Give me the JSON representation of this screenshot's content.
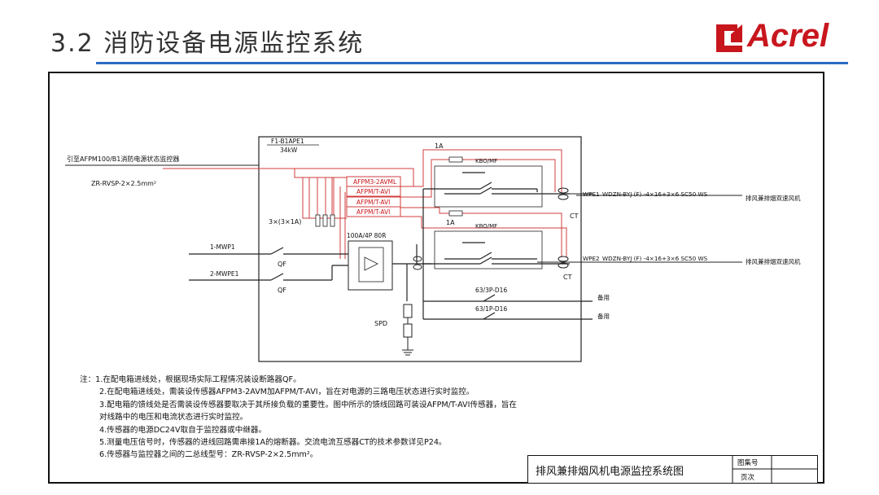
{
  "slide": {
    "title": "3.2 消防设备电源监控系统",
    "brand": "Acrel",
    "accent_color": "#2b6cc4",
    "brand_color": "#c8161d"
  },
  "diagram": {
    "panel_name": "F1-B1APE1",
    "panel_power": "34kW",
    "feed_label": "引至AFPM100/B1消防电源状态监控器",
    "bus_cable": "ZR-RVSP-2×2.5mm²",
    "fuse_label": "3×(3×1A)",
    "sensor_labels": [
      "AFPM3-2AVML",
      "AFPM/T-AVI",
      "AFPM/T-AVI",
      "AFPM/T-AVI"
    ],
    "incoming": [
      "1-MWP1",
      "2-MWPE1"
    ],
    "breaker_label": "QF",
    "ats_label": "100A/4P 80R",
    "spd_label": "SPD",
    "fuse_1a": "1A",
    "kbo_label": "KBO/MF",
    "ct_label": "CT",
    "outgoing": [
      {
        "circuit": "WPE1",
        "cable": "WDZN-BYJ (F) -4×16+3×6 SC50 WS",
        "load": "排风兼排烟双速风机"
      },
      {
        "circuit": "WPE2",
        "cable": "WDZN-BYJ (F) -4×16+3×6 SC50 WS",
        "load": "排风兼排烟双速风机"
      }
    ],
    "spare_breakers": [
      "63/3P-D16",
      "63/1P-D16"
    ],
    "spare_label": "备用"
  },
  "notes": [
    "注：1.在配电箱进线处，根据现场实际工程情况装设断路器QF。",
    "2.在配电箱进线处，需装设传感器AFPM3-2AVM加AFPM/T-AVI，旨在对电源的三路电压状态进行实时监控。",
    "3.配电箱的馈线处是否需装设传感器要取决于其所接负载的重要性。图中所示的馈线回路可装设AFPM/T-AVI传感器，旨在",
    "对线路中的电压和电流状态进行实时监控。",
    "4.传感器的电源DC24V取自于监控器或中继器。",
    "5.测量电压信号时，传感器的进线回路需串接1A的熔断器。交流电流互感器CT的技术参数详见P24。",
    "6.传感器与监控器之间的二总线型号：ZR-RVSP-2×2.5mm²。"
  ],
  "title_block": {
    "drawing_title": "排风兼排烟风机电源监控系统图",
    "field_atlas": "图集号",
    "field_page": "页次"
  }
}
